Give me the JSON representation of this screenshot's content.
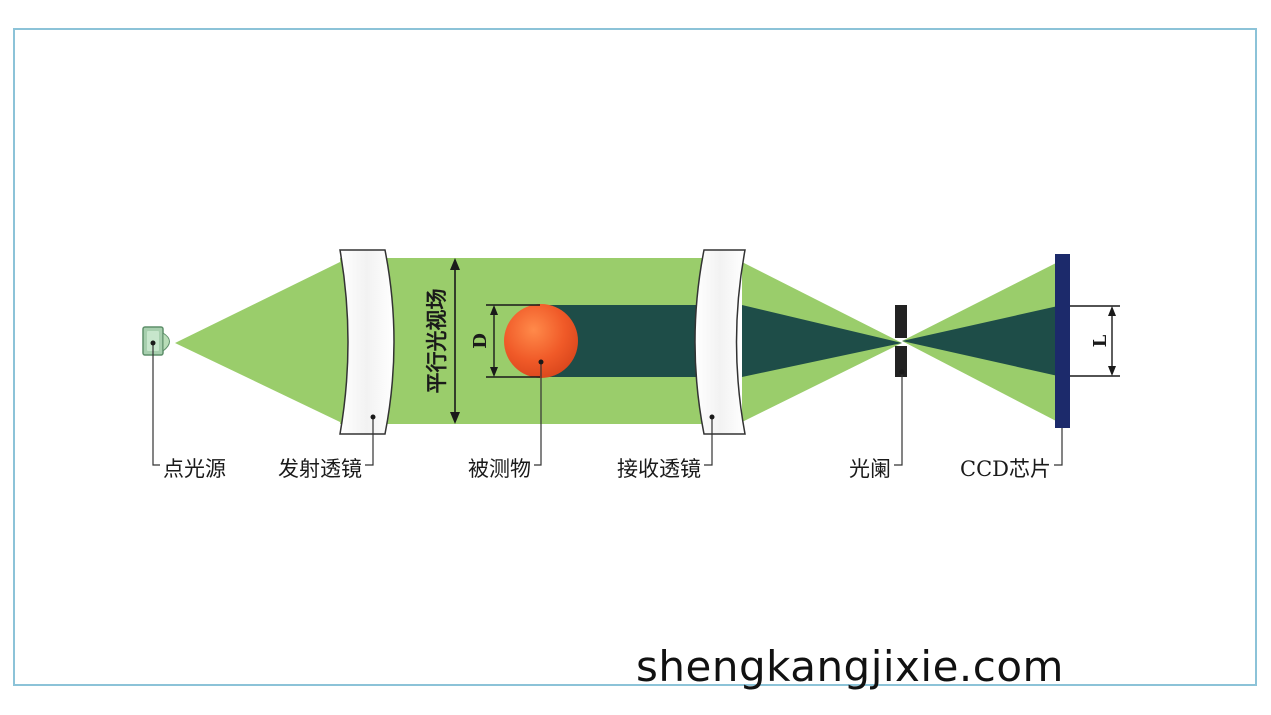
{
  "colors": {
    "light_beam": "#9acd6b",
    "dark_beam": "#1e4d48",
    "object": "#f05a28",
    "ccd_chip": "#1c2a6b",
    "frame_border": "#8cc3d8"
  },
  "labels": {
    "point_source": "点光源",
    "emit_lens": "发射透镜",
    "measured_object": "被测物",
    "receive_lens": "接收透镜",
    "aperture": "光阑",
    "ccd_chip": "CCD芯片",
    "parallel_field": "平行光视场",
    "dim_d": "D",
    "dim_l": "L"
  },
  "watermark": "shengkangjixie.com"
}
